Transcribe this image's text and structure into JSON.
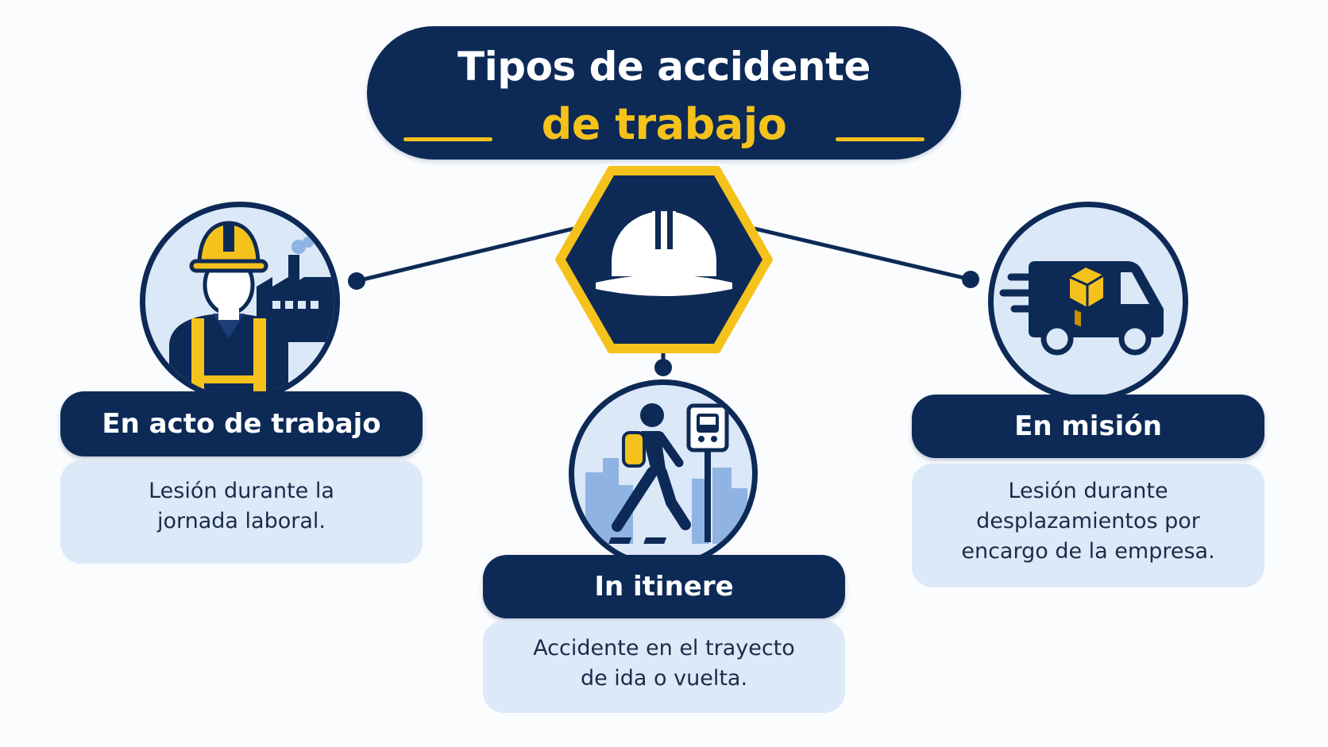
{
  "title": {
    "line1": "Tipos de accidente",
    "line2": "de trabajo"
  },
  "center": {
    "icon": "hard-hat-icon"
  },
  "categories": [
    {
      "id": "acto",
      "icon": "construction-worker-icon",
      "label": "En acto de trabajo",
      "description_lines": [
        "Lesión durante la",
        "jornada laboral."
      ]
    },
    {
      "id": "itinere",
      "icon": "pedestrian-commute-icon",
      "label": "In itinere",
      "description_lines": [
        "Accidente en el trayecto",
        "de ida o vuelta."
      ]
    },
    {
      "id": "mision",
      "icon": "delivery-van-icon",
      "label": "En misión",
      "description_lines": [
        "Lesión durante",
        "desplazamientos por",
        "encargo de la empresa."
      ]
    }
  ],
  "colors": {
    "navy": "#0d2a57",
    "yellow": "#f4c21b",
    "light_blue": "#dce9f9",
    "accent_blue": "#8fb4e3",
    "background": "#fbfcfe"
  }
}
